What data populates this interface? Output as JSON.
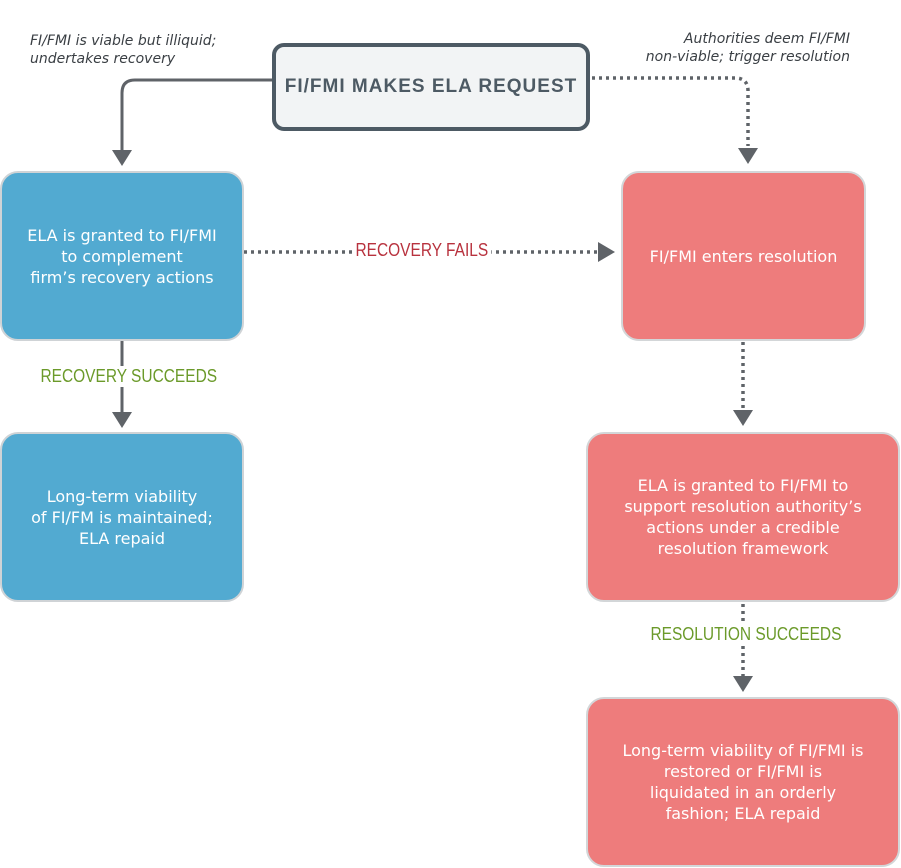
{
  "colors": {
    "recovery_box": "#52aad1",
    "resolution_box": "#ee7c7c",
    "start_border": "#4d5a64",
    "connector": "#5f6368",
    "success_label": "#6b9a2a",
    "fail_label": "#b8323e"
  },
  "start": {
    "label": "FI/FMI MAKES ELA REQUEST"
  },
  "notes": {
    "left": "FI/FMI is viable but illiquid;\nundertakes recovery",
    "right": "Authorities deem FI/FMI\nnon-viable; trigger resolution"
  },
  "recovery": {
    "granted": "ELA is granted to FI/FMI\nto complement\nfirm’s recovery actions",
    "success_label": "RECOVERY SUCCEEDS",
    "outcome": "Long-term viability\nof FI/FM is maintained;\nELA repaid"
  },
  "fail_label": "RECOVERY FAILS",
  "resolution": {
    "enters": "FI/FMI enters resolution",
    "granted": "ELA is granted to FI/FMI to\nsupport resolution authority’s\nactions under a credible\nresolution framework",
    "success_label": "RESOLUTION SUCCEEDS",
    "outcome": "Long-term viability of FI/FMI is\nrestored or FI/FMI is\nliquidated in an orderly\nfashion; ELA repaid"
  }
}
